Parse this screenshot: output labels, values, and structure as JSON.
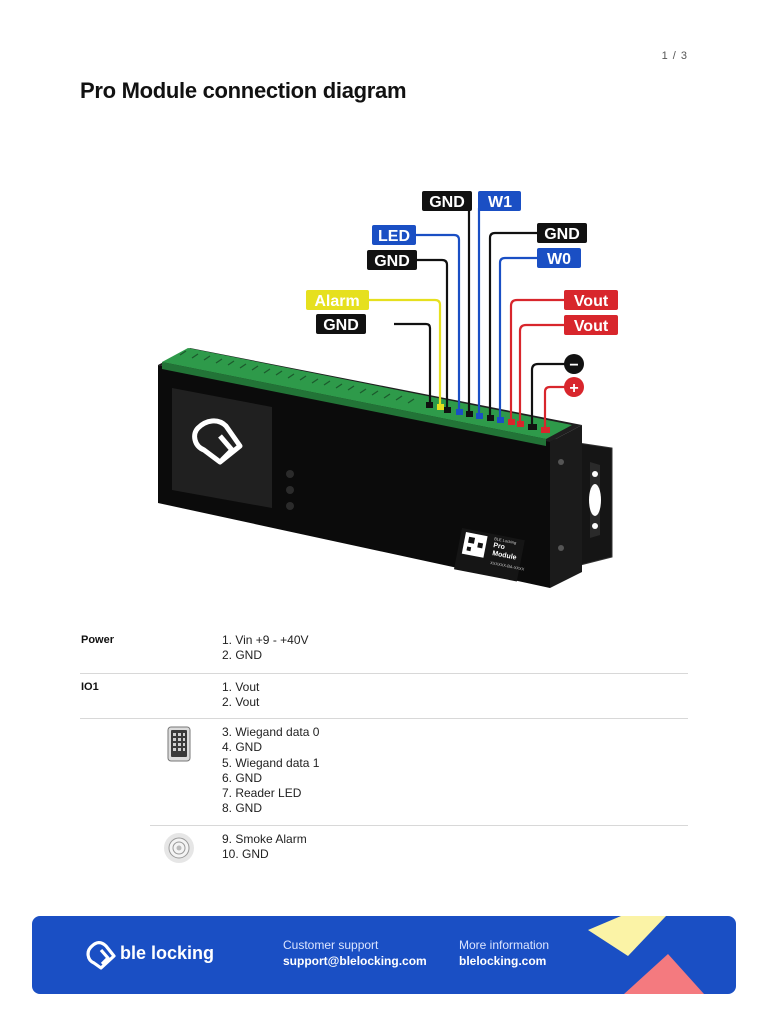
{
  "page": {
    "number": "1 / 3",
    "title": "Pro Module connection diagram"
  },
  "diagram": {
    "labels": {
      "gnd_top": "GND",
      "w1": "W1",
      "led": "LED",
      "gnd_led": "GND",
      "alarm": "Alarm",
      "gnd_alarm": "GND",
      "gnd_right": "GND",
      "w0": "W0",
      "vout_1": "Vout",
      "vout_2": "Vout",
      "minus": "−",
      "plus": "+"
    },
    "device": {
      "brand_small": "BLE Locking",
      "product_name_1": "Pro",
      "product_name_2": "Module",
      "serial": "XXXXXX-BA-XXXX"
    },
    "colors": {
      "black": "#111111",
      "blue": "#1a4fc4",
      "yellow": "#e6e01e",
      "red": "#d8262c"
    }
  },
  "table": {
    "rows": [
      {
        "label": "Power",
        "icon": "",
        "items": [
          "1.  Vin +9 - +40V",
          "2. GND"
        ]
      },
      {
        "label": "IO1",
        "icon": "",
        "items": [
          "1.  Vout",
          "2.  Vout"
        ]
      },
      {
        "label": "",
        "icon": "keypad-reader-icon",
        "items": [
          "3.  Wiegand data 0",
          "4.  GND",
          "5.  Wiegand data 1",
          "6.  GND",
          "7.  Reader LED",
          "8.  GND"
        ]
      },
      {
        "label": "",
        "icon": "smoke-detector-icon",
        "items": [
          "9.   Smoke Alarm",
          "10. GND"
        ]
      }
    ]
  },
  "footer": {
    "brand": "ble locking",
    "support_label": "Customer support",
    "support_email": "support@blelocking.com",
    "info_label": "More information",
    "info_url": "blelocking.com",
    "colors": {
      "background": "#1a4fc4",
      "yellow": "#fbf3a6",
      "pink": "#f47a7f"
    }
  }
}
